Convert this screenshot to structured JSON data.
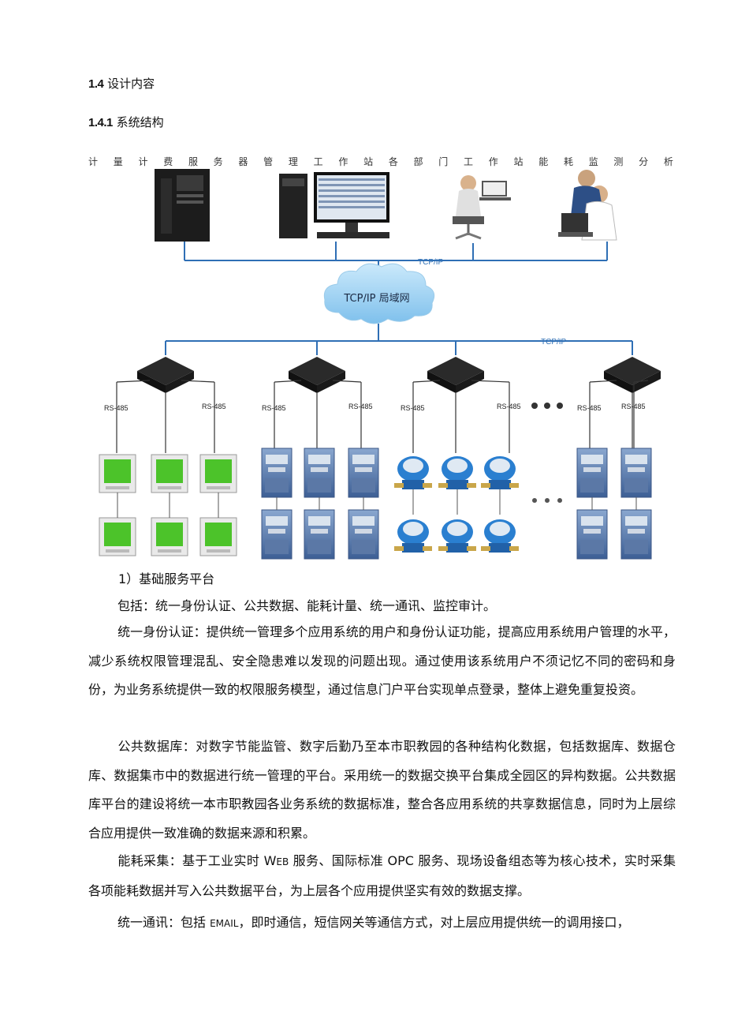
{
  "headings": {
    "section_number": "1.4",
    "section_title": "设计内容",
    "subsection_number": "1.4.1",
    "subsection_title": "系统结构"
  },
  "diagram": {
    "top_labels": [
      "计",
      "量",
      "计",
      "费",
      "服",
      "务",
      "器",
      "管",
      "理",
      "工",
      "作",
      "站",
      "各",
      "部",
      "门",
      "工",
      "作",
      "站",
      "能",
      "耗",
      "监",
      "测",
      "分",
      "析"
    ],
    "tcpip_top": "TCP/IP",
    "cloud_label": "TCP/IP 局域网",
    "tcpip_bottom": "TCP/IP",
    "rs485": "RS-485",
    "colors": {
      "line": "#2f6fb5",
      "cloud": "#9fd0f0",
      "meter_green": "#4cc32a",
      "water_blue": "#2a7fd0"
    }
  },
  "subheading": "1）基础服务平台",
  "paragraphs": {
    "p1": "包括：统一身份认证、公共数据、能耗计量、统一通讯、监控审计。",
    "p2": "统一身份认证：提供统一管理多个应用系统的用户和身份认证功能，提高应用系统用户管理的水平，减少系统权限管理混乱、安全隐患难以发现的问题出现。通过使用该系统用户不须记忆不同的密码和身份，为业务系统提供一致的权限服务模型，通过信息门户平台实现单点登录，整体上避免重复投资。",
    "p3": "公共数据库：对数字节能监管、数字后勤乃至本市职教园的各种结构化数据，包括数据库、数据仓库、数据集市中的数据进行统一管理的平台。采用统一的数据交换平台集成全园区的异构数据。公共数据库平台的建设将统一本市职教园各业务系统的数据标准，整合各应用系统的共享数据信息，同时为上层综合应用提供一致准确的数据来源和积累。",
    "p4a": "能耗采集：基于工业实时 W",
    "p4b": "EB",
    "p4c": " 服务、国际标准 OPC 服务、现场设备组态等为核心技术，实时采集各项能耗数据并写入公共数据平台，为上层各个应用提供坚实有效的数据支撑。",
    "p5a": "统一通讯：包括 ",
    "p5b": "EMAIL",
    "p5c": "，即时通信，短信网关等通信方式，对上层应用提供统一的调用接口，"
  }
}
